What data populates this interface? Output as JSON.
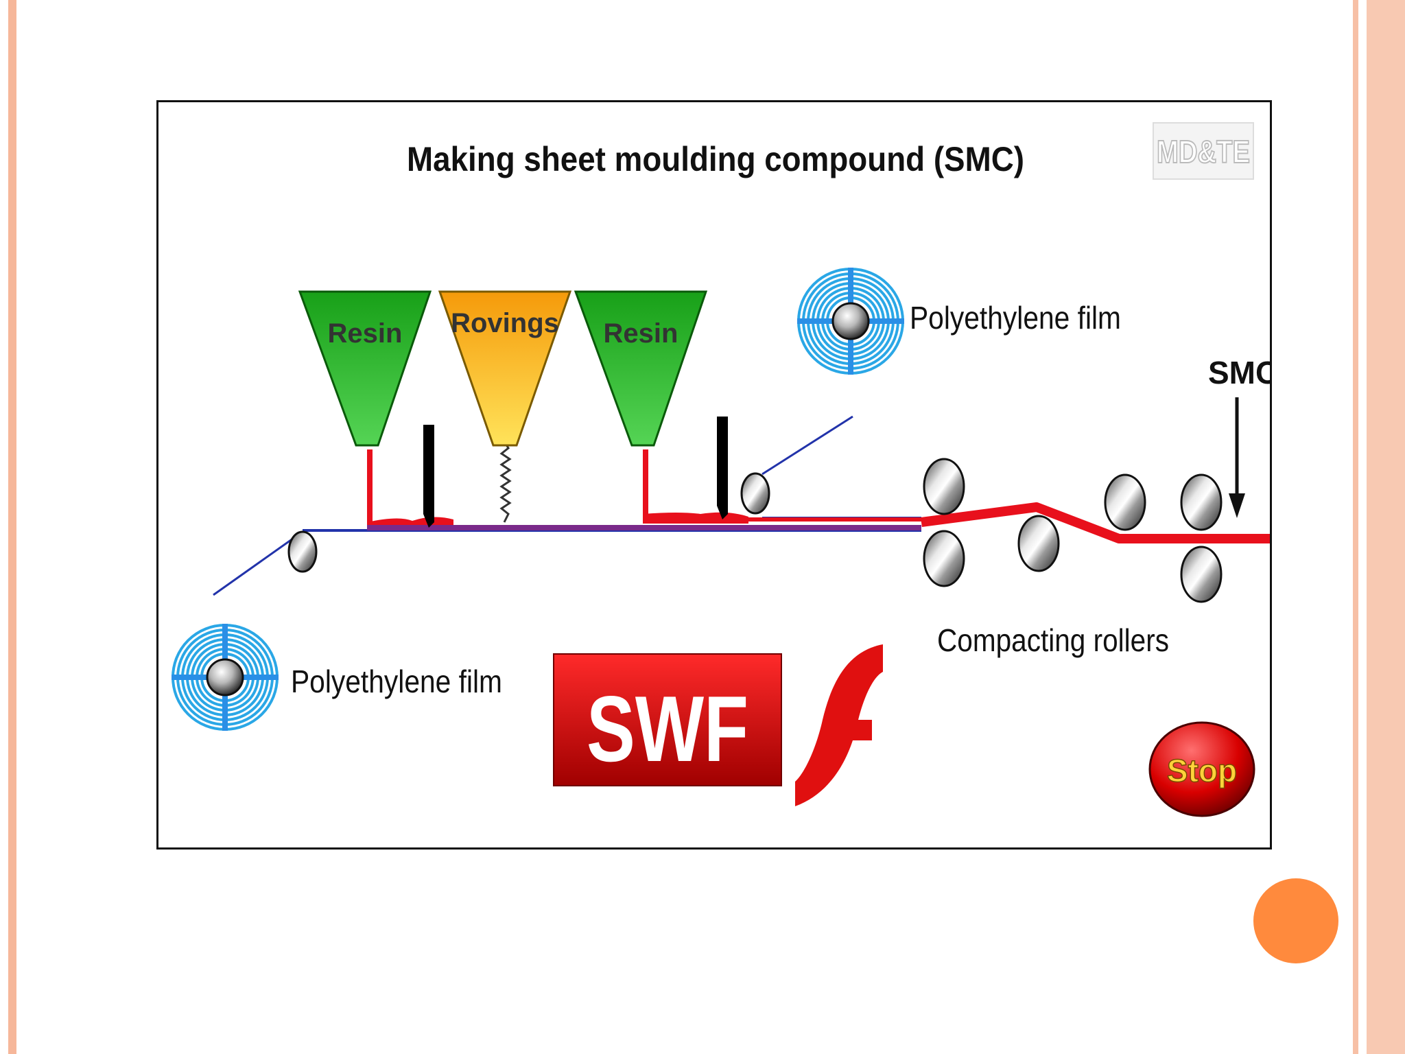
{
  "diagram": {
    "title": "Making sheet moulding compound (SMC)",
    "watermark": "MD&TE",
    "hoppers": [
      {
        "label": "Resin",
        "fill": "#22b422"
      },
      {
        "label": "Rovings",
        "fill": "#f2c40c"
      },
      {
        "label": "Resin",
        "fill": "#22b422"
      }
    ],
    "labels": {
      "film_top": "Polyethylene film",
      "film_bottom": "Polyethylene film",
      "smc": "SMC",
      "rollers": "Compacting rollers"
    },
    "swf_badge": "SWF",
    "stop_button": "Stop",
    "colors": {
      "film_spool": "#2aa7e6",
      "resin": "#e8101c",
      "film_line": "#2233aa",
      "swf_red": "#d40000",
      "orange_accent": "#ff8a3d"
    }
  }
}
